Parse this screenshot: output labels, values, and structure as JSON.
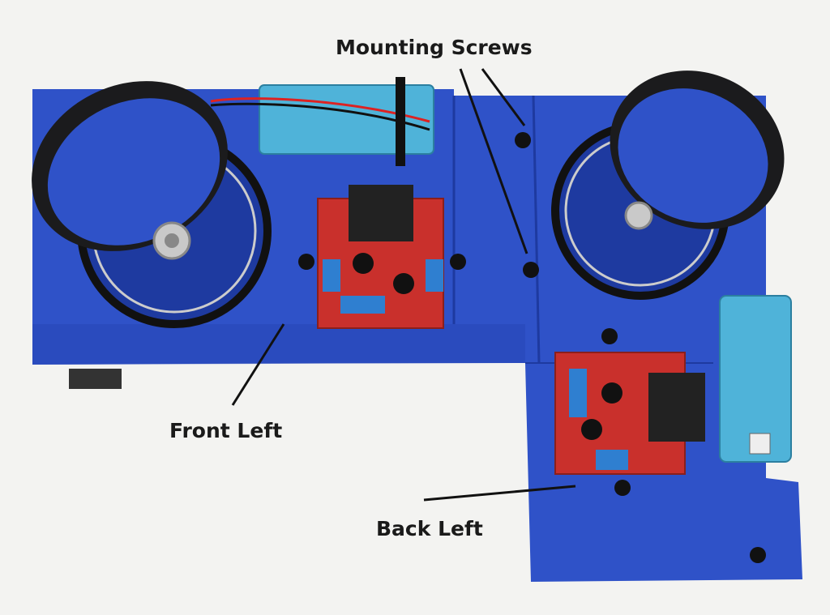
{
  "annotations": {
    "mounting_screws": "Mounting Screws",
    "front_left": "Front Left",
    "back_left": "Back Left"
  },
  "colors": {
    "background": "#f3f3f1",
    "chassis": "#2f52c8",
    "chassis_dark": "#1e3aa0",
    "tire": "#1b1b1d",
    "board": "#c9302c",
    "heatsink": "#222222",
    "terminal": "#2f7fd0",
    "motor": "#4fb3d9"
  }
}
